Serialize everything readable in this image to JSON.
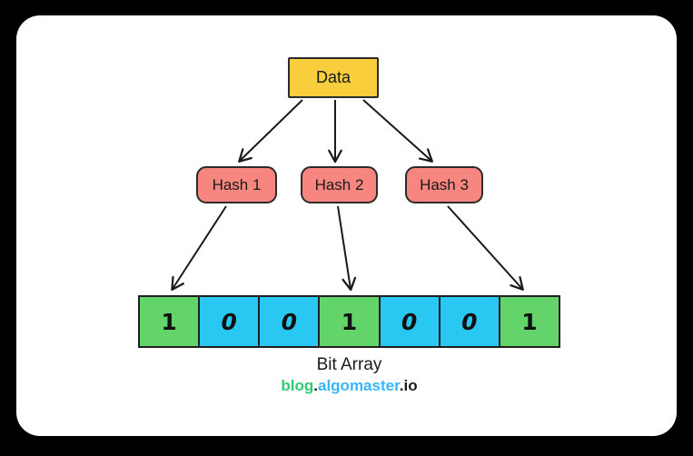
{
  "colors": {
    "bg": "#000000",
    "card": "#ffffff",
    "ink": "#1a1a1a",
    "data-fill": "#F9CE3C",
    "hash-fill": "#F6867F",
    "bit-one": "#63D46A",
    "bit-zero": "#29C8F2"
  },
  "diagram": {
    "data_node": {
      "label": "Data"
    },
    "hash_nodes": [
      {
        "label": "Hash 1"
      },
      {
        "label": "Hash 2"
      },
      {
        "label": "Hash 3"
      }
    ],
    "edges": [
      {
        "from": "data",
        "to": "hash-1"
      },
      {
        "from": "data",
        "to": "hash-2"
      },
      {
        "from": "data",
        "to": "hash-3"
      },
      {
        "from": "hash-1",
        "to": "bit-0"
      },
      {
        "from": "hash-2",
        "to": "bit-3"
      },
      {
        "from": "hash-3",
        "to": "bit-6"
      }
    ],
    "bit_array": {
      "caption": "Bit Array",
      "cells": [
        {
          "value": "1"
        },
        {
          "value": "0"
        },
        {
          "value": "0"
        },
        {
          "value": "1"
        },
        {
          "value": "0"
        },
        {
          "value": "0"
        },
        {
          "value": "1"
        }
      ]
    }
  },
  "branding": {
    "segments": [
      {
        "text": "blog",
        "color": "#2ECC71"
      },
      {
        "text": ".",
        "color": "#1a1a1a"
      },
      {
        "text": "algomaster",
        "color": "#38B6FF"
      },
      {
        "text": ".io",
        "color": "#1a1a1a"
      }
    ]
  }
}
